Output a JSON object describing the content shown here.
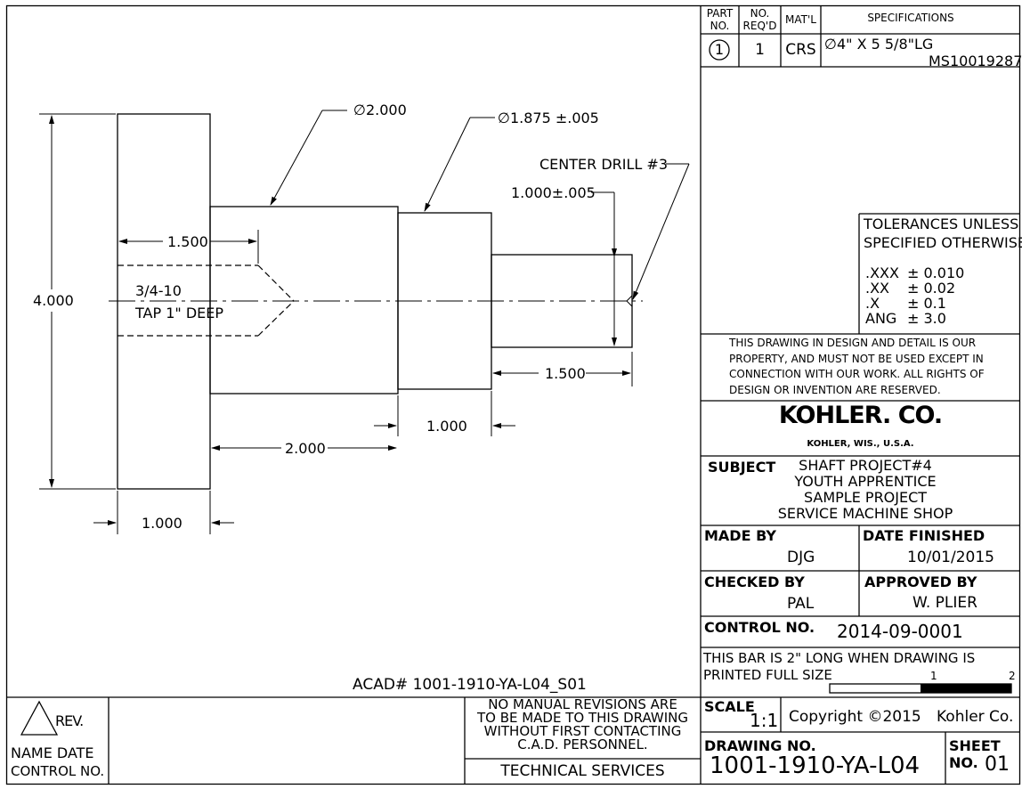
{
  "bom": {
    "headers": {
      "part_no": "PART\nNO.",
      "part_no_a": "PART",
      "part_no_b": "NO.",
      "req_a": "NO.",
      "req_b": "REQ'D",
      "matl": "MAT'L",
      "specs": "SPECIFICATIONS"
    },
    "row": {
      "part": "1",
      "qty": "1",
      "matl": "CRS",
      "spec_line1": "∅4\" X 5 5/8\"LG",
      "spec_line2": "MS10019287"
    }
  },
  "dimensions": {
    "dia_large": "2.000",
    "dia_mid": "1.875 ±.005",
    "center_drill": "CENTER DRILL #3",
    "small_dia": "1.000±.005",
    "length_left": "1.500",
    "tap_line1": "3/4-10",
    "tap_line2": "TAP 1\" DEEP",
    "overall": "4.000",
    "length_right": "1.500",
    "length_mid": "1.000",
    "length_step": "2.000",
    "length_flange": "1.000"
  },
  "acad": "ACAD# 1001-1910-YA-L04_S01",
  "tolerances": {
    "title1": "TOLERANCES UNLESS",
    "title2": "SPECIFIED OTHERWISE",
    "rows": [
      {
        "k": ".XXX",
        "v": "± 0.010"
      },
      {
        "k": ".XX",
        "v": "± 0.02"
      },
      {
        "k": ".X",
        "v": "± 0.1"
      },
      {
        "k": "ANG",
        "v": "± 3.0"
      }
    ]
  },
  "notice": [
    "THIS DRAWING IN DESIGN AND DETAIL IS OUR",
    "PROPERTY, AND MUST NOT BE USED EXCEPT IN",
    "CONNECTION WITH OUR WORK.  ALL RIGHTS OF",
    "DESIGN OR INVENTION ARE RESERVED."
  ],
  "company": {
    "logo": "KOHLER. CO.",
    "location": "KOHLER,  WIS.,  U.S.A."
  },
  "subject": {
    "label": "SUBJECT",
    "lines": [
      "SHAFT PROJECT#4",
      "YOUTH APPRENTICE",
      "SAMPLE PROJECT",
      "SERVICE MACHINE SHOP"
    ]
  },
  "made_by": {
    "label": "MADE BY",
    "value": "DJG"
  },
  "date_finished": {
    "label": "DATE FINISHED",
    "value": "10/01/2015"
  },
  "checked_by": {
    "label": "CHECKED BY",
    "value": "PAL"
  },
  "approved_by": {
    "label": "APPROVED BY",
    "value": "W. PLIER"
  },
  "control_no": {
    "label": "CONTROL NO.",
    "value": "2014-09-0001"
  },
  "bar": {
    "line1": "THIS BAR IS 2\" LONG WHEN DRAWING IS",
    "line2": "PRINTED FULL SIZE",
    "tick1": "1",
    "tick2": "2"
  },
  "scale": {
    "label": "SCALE",
    "value": "1:1"
  },
  "copyright": {
    "text": "Copyright ©2015",
    "owner": "Kohler Co."
  },
  "drawing_no": {
    "label": "DRAWING NO.",
    "value": "1001-1910-YA-L04"
  },
  "sheet": {
    "label1": "SHEET",
    "label2": "NO.",
    "value": "01"
  },
  "rev_block": {
    "rev": "REV.",
    "name_date": "NAME  DATE",
    "control": "CONTROL NO."
  },
  "manual_note": [
    "NO MANUAL REVISIONS ARE",
    "TO BE MADE TO THIS DRAWING",
    "WITHOUT FIRST CONTACTING",
    "C.A.D. PERSONNEL."
  ],
  "tech_services": "TECHNICAL SERVICES"
}
